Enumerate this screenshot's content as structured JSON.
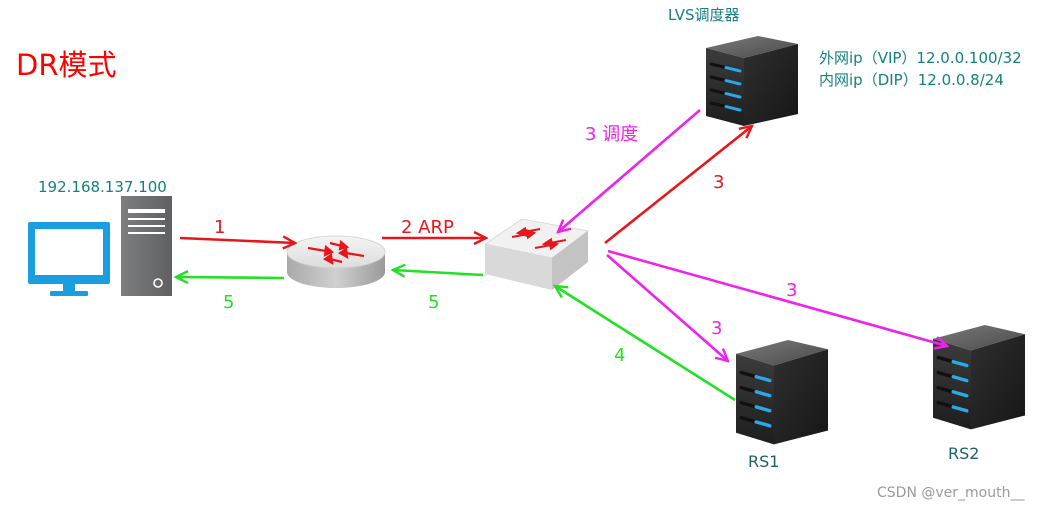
{
  "title": "DR模式",
  "client": {
    "ip": "192.168.137.100"
  },
  "lvs": {
    "label": "LVS调度器",
    "vip": "外网ip（VIP）12.0.0.100/32",
    "dip": "内网ip（DIP）12.0.0.8/24"
  },
  "real_servers": [
    {
      "label": "RS1"
    },
    {
      "label": "RS2"
    }
  ],
  "flows": {
    "client_to_router": "1",
    "router_to_switch": "2 ARP",
    "lvs_dispatch": "3 调度",
    "switch_to_lvs": "3",
    "switch_to_rs2": "3",
    "switch_to_rs1": "3",
    "rs1_to_switch": "4",
    "switch_to_router": "5",
    "router_to_client": "5"
  },
  "watermark": "CSDN @ver_mouth__",
  "icons": [
    "monitor-icon",
    "pc-tower-icon",
    "router-icon",
    "switch-icon",
    "server-icon"
  ],
  "colors": {
    "request": "#e8161b",
    "response": "#22e022",
    "dispatch": "#ee22ee",
    "label": "#14807f",
    "title": "#ff0000"
  }
}
